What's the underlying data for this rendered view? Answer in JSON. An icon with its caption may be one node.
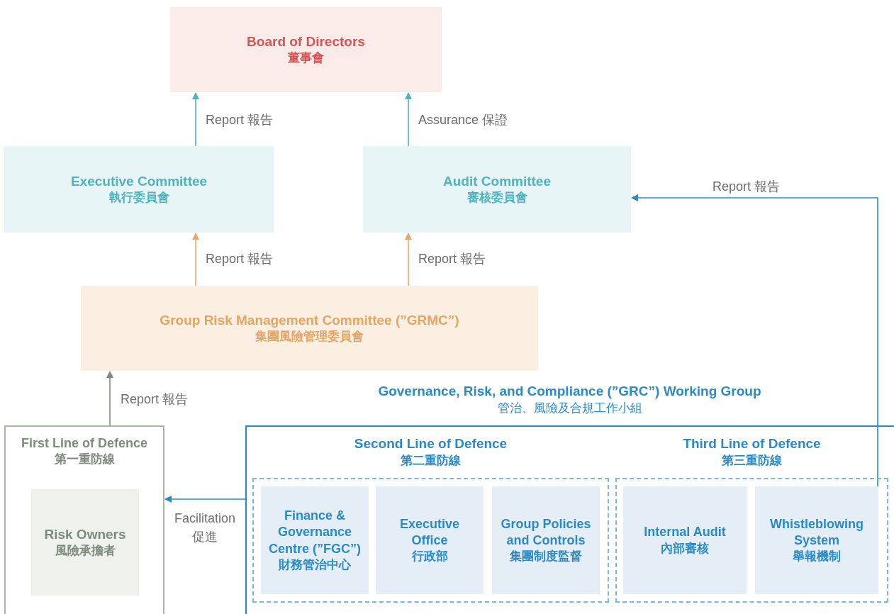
{
  "diagram": {
    "nodes": [
      {
        "text": [
          "Board of Directors",
          "董事會"
        ]
      },
      {
        "text": [
          "Executive Committee",
          "執行委員會"
        ]
      },
      {
        "text": [
          "Audit Committee",
          "審核委員會"
        ]
      },
      {
        "text": [
          "Group Risk Management Committee (”GRMC”)",
          "集團風險管理委員會"
        ]
      },
      {
        "text": [
          "First Line of Defence",
          "第一重防線"
        ]
      },
      {
        "text": [
          "Risk Owners",
          "風險承擔者"
        ],
        "in": 4
      },
      {
        "text": [
          "Governance, Risk, and Compliance (”GRC”) Working Group",
          "管治、風險及合規工作小組"
        ]
      },
      {
        "text": [
          "Second Line of Defence",
          "第二重防線"
        ],
        "in": 6
      },
      {
        "text": [
          "Finance & Governance Centre (”FGC”)",
          "財務管治中心"
        ],
        "in": 7
      },
      {
        "text": [
          "Executive Office",
          "行政部"
        ],
        "in": 7
      },
      {
        "text": [
          "Group Policies and Controls",
          "集團制度監督"
        ],
        "in": 7
      },
      {
        "text": [
          "Third Line of Defence",
          "第三重防線"
        ],
        "in": 6
      },
      {
        "text": [
          "Internal Audit",
          "內部審核"
        ],
        "in": 11
      },
      {
        "text": [
          "Whistleblowing System",
          "舉報機制"
        ],
        "in": 11
      }
    ],
    "edges": [
      {
        "from": 1,
        "to": 0,
        "arrow": "to",
        "label": "Report 報告",
        "color": "#4eb3bd"
      },
      {
        "from": 2,
        "to": 0,
        "arrow": "to",
        "label": "Assurance 保證",
        "color": "#4eb3bd"
      },
      {
        "from": 3,
        "to": 1,
        "arrow": "to",
        "label": "Report 報告",
        "color": "#e6a86a"
      },
      {
        "from": 3,
        "to": 2,
        "arrow": "to",
        "label": "Report 報告",
        "color": "#e6a86a"
      },
      {
        "from": 4,
        "to": 3,
        "arrow": "to",
        "label": "Report 報告",
        "color": "#7d8b7b"
      },
      {
        "from": 6,
        "to": 4,
        "arrow": "to",
        "label": "Facilitation 促進",
        "color": "#2a8bc4"
      },
      {
        "from": 11,
        "to": 2,
        "arrow": "to",
        "label": "Report 報告",
        "color": "#2a8bc4"
      }
    ]
  }
}
